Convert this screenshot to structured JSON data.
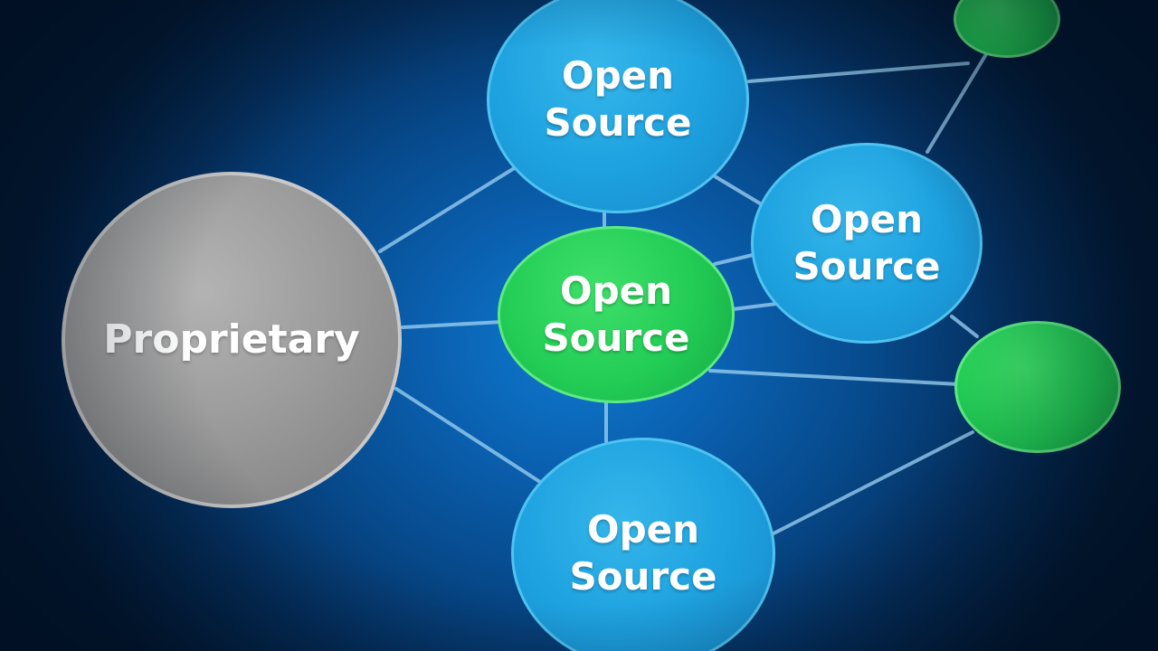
{
  "colors": {
    "background": "#0a5fae",
    "proprietary_node": "#9c9c9c",
    "open_source_blue": "#1ea2e0",
    "open_source_green": "#22cc55",
    "link": "#9fd4f5"
  },
  "nodes": {
    "proprietary": "Proprietary",
    "open_source_top": "Open\nSource",
    "open_source_right": "Open\nSource",
    "open_source_center": "Open\nSource",
    "open_source_bottom": "Open\nSource"
  }
}
